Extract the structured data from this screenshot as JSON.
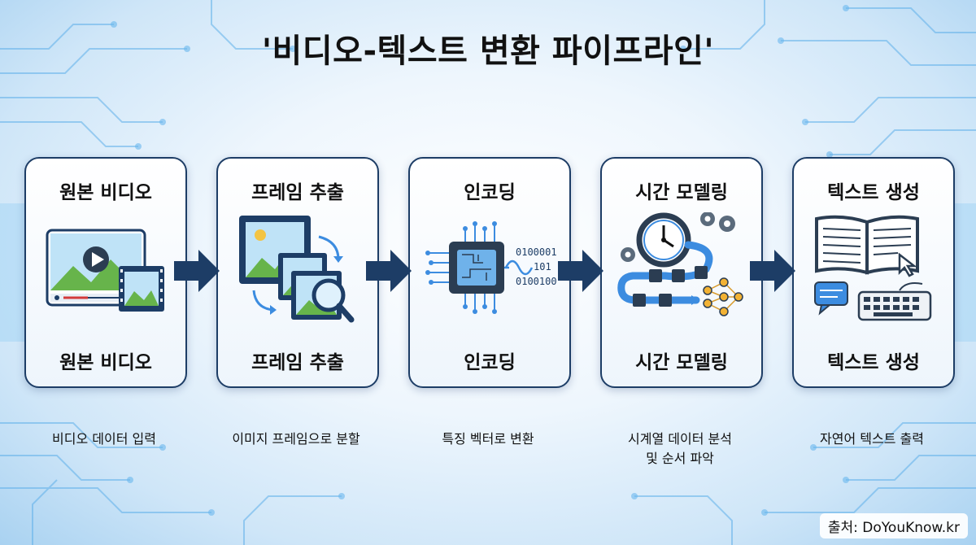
{
  "title": "'비디오-텍스트 변환 파이프라인'",
  "steps": [
    {
      "label": "원본 비디오",
      "desc": "비디오 데이터 입력"
    },
    {
      "label": "프레임 추출",
      "desc": "이미지 프레임으로 분할"
    },
    {
      "label": "인코딩",
      "desc": "특징 벡터로 변환"
    },
    {
      "label": "시간 모델링",
      "desc_line1": "시계열 데이터 분석",
      "desc_line2": "및 순서 파악"
    },
    {
      "label": "텍스트 생성",
      "desc": "자연어 텍스트 출력"
    }
  ],
  "encoding_bits": [
    "0100001",
    "101",
    "0100100"
  ],
  "source": "출처: DoYouKnow.kr",
  "colors": {
    "card_border": "#1d3d66",
    "arrow": "#1d3d66",
    "accent_blue": "#3c8ce0"
  }
}
